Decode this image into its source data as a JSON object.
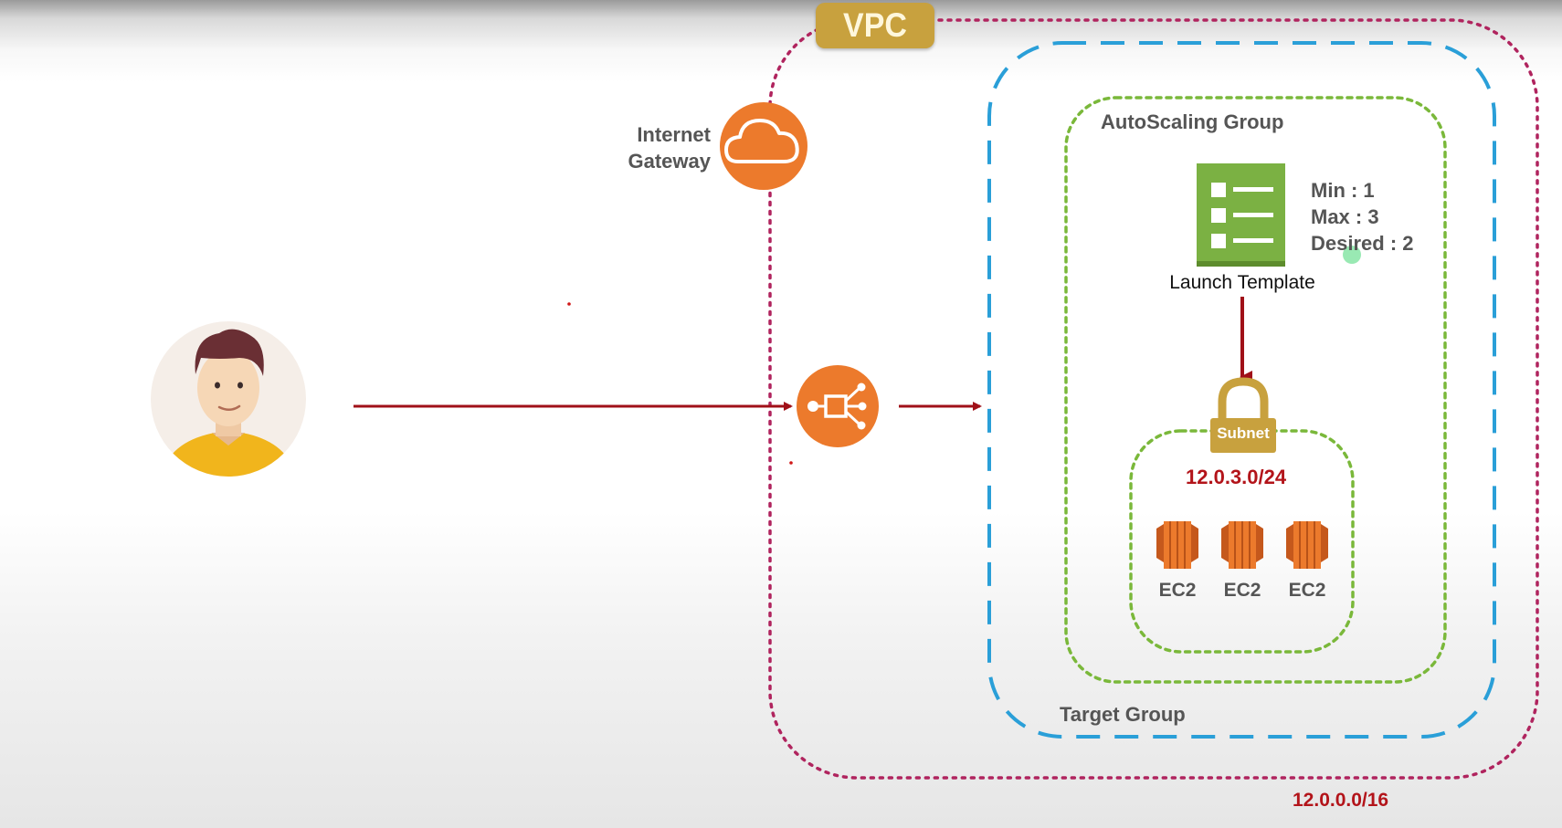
{
  "vpc": {
    "badge": "VPC",
    "cidr": "12.0.0.0/16"
  },
  "internet_gateway": {
    "line1": "Internet",
    "line2": "Gateway"
  },
  "autoscaling_group": {
    "title": "AutoScaling Group",
    "min": "Min : 1",
    "max": "Max : 3",
    "desired": "Desired : 2"
  },
  "launch_template": {
    "label": "Launch Template"
  },
  "subnet": {
    "badge": "Subnet",
    "cidr": "12.0.3.0/24"
  },
  "instances": [
    "EC2",
    "EC2",
    "EC2"
  ],
  "target_group": {
    "title": "Target Group"
  },
  "colors": {
    "vpc_border": "#b0245e",
    "target_group_border": "#2a9fd8",
    "asg_border": "#7ab83a",
    "arrow": "#a01018",
    "aws_orange": "#ec7a2c",
    "template_green": "#7bb143",
    "subnet_gold": "#c8a13e",
    "cidr_red": "#b3141a"
  },
  "icons": [
    "user-avatar-icon",
    "cloud-icon",
    "load-balancer-icon",
    "launch-template-icon",
    "lock-icon",
    "ec2-instance-icon"
  ]
}
